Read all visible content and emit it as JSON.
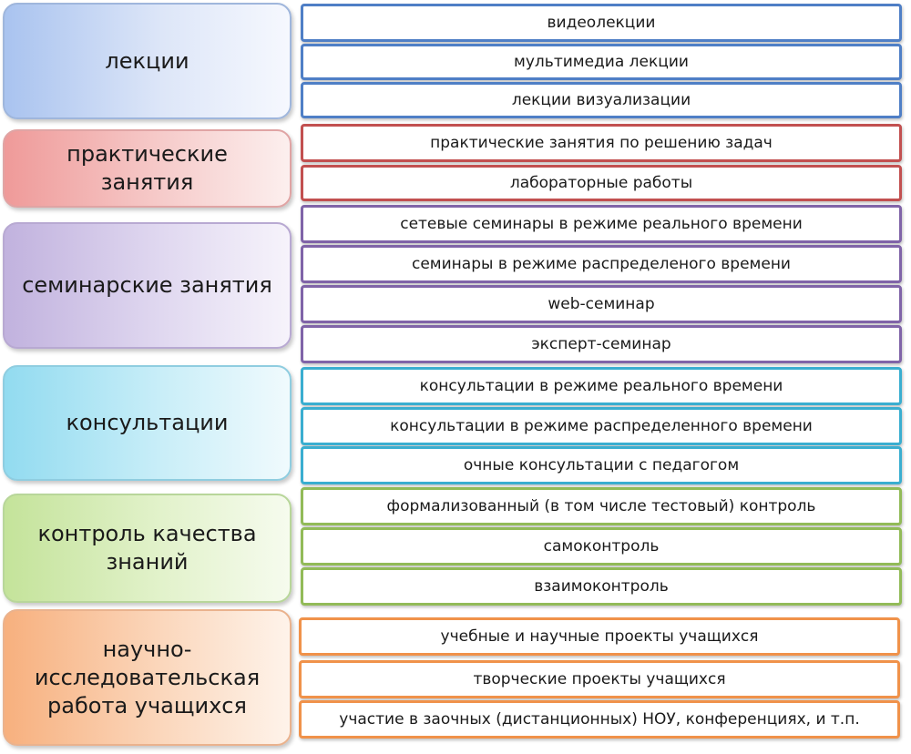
{
  "groups": [
    {
      "label": "лекции",
      "items": [
        "видеолекции",
        "мультимедиа лекции",
        "лекции визуализации"
      ]
    },
    {
      "label": "практические занятия",
      "items": [
        "практические занятия по решению задач",
        "лабораторные работы"
      ]
    },
    {
      "label": "семинарские занятия",
      "items": [
        "сетевые семинары в режиме реального времени",
        "семинары в режиме распределеного времени",
        "web-семинар",
        "эксперт-семинар"
      ]
    },
    {
      "label": "консультации",
      "items": [
        "консультации в режиме реального времени",
        "консультации в режиме распределенного времени",
        "очные консультации с педагогом"
      ]
    },
    {
      "label": "контроль качества\nзнаний",
      "items": [
        "формализованный (в том числе тестовый) контроль",
        "самоконтроль",
        "взаимоконтроль"
      ]
    },
    {
      "label": "научно-\nисследовательская\nработа учащихся",
      "items": [
        "учебные и научные проекты учащихся",
        "творческие проекты учащихся",
        "участие в заочных (дистанционных) НОУ, конференциях, и т.п."
      ]
    }
  ]
}
